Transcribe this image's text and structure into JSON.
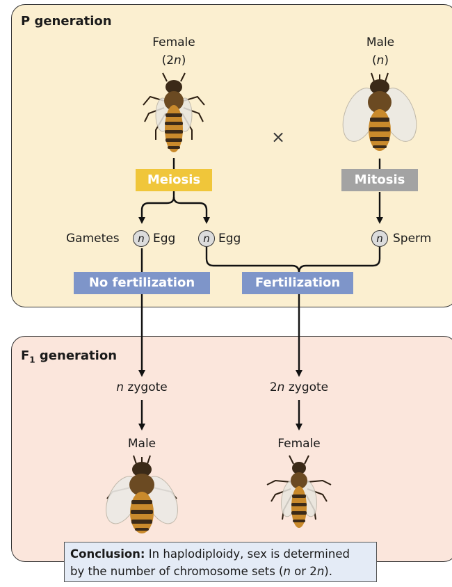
{
  "p_generation": {
    "title": "P generation",
    "female": {
      "label": "Female",
      "ploidy": "(2n)"
    },
    "male": {
      "label": "Male",
      "ploidy": "(n)"
    },
    "cross_symbol": "×",
    "meiosis": "Meiosis",
    "mitosis": "Mitosis",
    "gametes_label": "Gametes",
    "egg_label": "Egg",
    "sperm_label": "Sperm",
    "n_symbol": "n"
  },
  "processes": {
    "no_fertilization": "No fertilization",
    "fertilization": "Fertilization"
  },
  "f1_generation": {
    "title_main": "F",
    "title_sub": "1",
    "title_rest": " generation",
    "n_zygote": {
      "italic": "n",
      "rest": " zygote"
    },
    "twon_zygote": {
      "pre": "2",
      "italic": "n",
      "rest": " zygote"
    },
    "male_label": "Male",
    "female_label": "Female"
  },
  "conclusion": {
    "heading": "Conclusion:",
    "text_1": " In haplodiploidy, sex is determined",
    "text_2a": "by the number of chromosome sets (",
    "text_2b": "n",
    "text_2c": " or 2",
    "text_2d": "n",
    "text_2e": ")."
  },
  "colors": {
    "p_panel": "#fbefd0",
    "f1_panel": "#fbe6dc",
    "meiosis": "#f0c63a",
    "mitosis": "#a3a3a3",
    "process_blue": "#7e95c9",
    "conclusion_box": "#e4ebf6"
  }
}
